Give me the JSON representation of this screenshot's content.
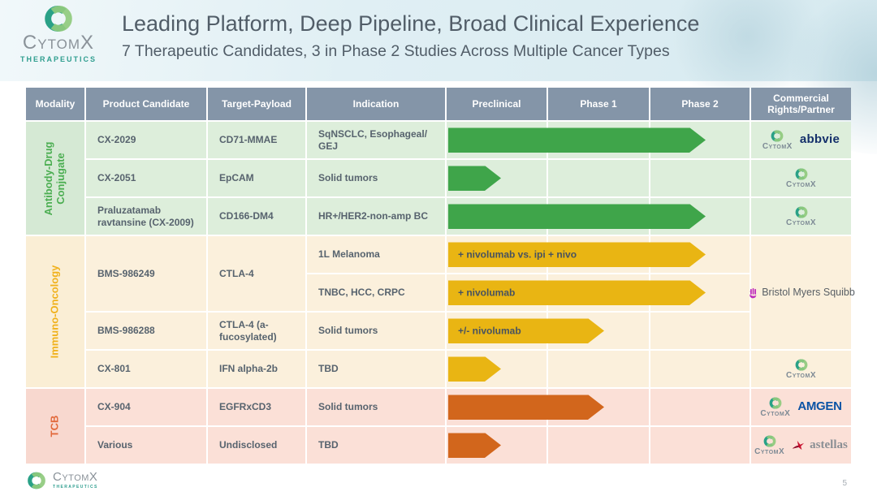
{
  "header": {
    "title": "Leading Platform, Deep Pipeline, Broad Clinical Experience",
    "subtitle": "7 Therapeutic Candidates, 3 in Phase 2 Studies Across Multiple Cancer Types"
  },
  "brand": {
    "wordmark": "CytomX",
    "sub_wordmark": "THERAPEUTICS",
    "teal": "#2aa187",
    "light_green": "#8fca7d"
  },
  "colors": {
    "table_header_bg": "#8495a8",
    "adc_row_bg": "#ddeedb",
    "io_row_bg": "#fbf0dc",
    "tcb_row_bg": "#fbe0d7",
    "adc_arrow": "#3fa54a",
    "io_arrow": "#e9b513",
    "tcb_arrow": "#d2661c"
  },
  "table": {
    "columns": [
      "Modality",
      "Product Candidate",
      "Target-Payload",
      "Indication",
      "Preclinical",
      "Phase 1",
      "Phase 2",
      "Commercial Rights/Partner"
    ],
    "groups": [
      {
        "label": "Antibody-Drug Conjugate"
      },
      {
        "label": "Immuno-Oncology"
      },
      {
        "label": "TCB"
      }
    ],
    "rows": [
      {
        "product": "CX-2029",
        "target": "CD71-MMAE",
        "indication": "SqNSCLC, Esophageal/ GEJ",
        "phase_reached": "Phase 2",
        "arrow_label": "",
        "partner": "CytomX / AbbVie"
      },
      {
        "product": "CX-2051",
        "target": "EpCAM",
        "indication": "Solid tumors",
        "phase_reached": "Preclinical",
        "arrow_label": "",
        "partner": "CytomX"
      },
      {
        "product": "Praluzatamab ravtansine (CX-2009)",
        "target": "CD166-DM4",
        "indication": "HR+/HER2-non-amp BC",
        "phase_reached": "Phase 2",
        "arrow_label": "",
        "partner": "CytomX"
      },
      {
        "product": "BMS-986249",
        "target": "CTLA-4",
        "indication": "1L Melanoma",
        "phase_reached": "Phase 2",
        "arrow_label": "+ nivolumab vs. ipi + nivo",
        "partner": "Bristol Myers Squibb"
      },
      {
        "indication": "TNBC, HCC, CRPC",
        "phase_reached": "Phase 2",
        "arrow_label": "+ nivolumab"
      },
      {
        "product": "BMS-986288",
        "target": "CTLA-4 (a-fucosylated)",
        "indication": "Solid tumors",
        "phase_reached": "Phase 1",
        "arrow_label": "+/- nivolumab"
      },
      {
        "product": "CX-801",
        "target": "IFN alpha-2b",
        "indication": "TBD",
        "phase_reached": "Preclinical",
        "arrow_label": "",
        "partner": "CytomX"
      },
      {
        "product": "CX-904",
        "target": "EGFRxCD3",
        "indication": "Solid tumors",
        "phase_reached": "Phase 1",
        "arrow_label": "",
        "partner": "CytomX / Amgen"
      },
      {
        "product": "Various",
        "target": "Undisclosed",
        "indication": "TBD",
        "phase_reached": "Preclinical",
        "arrow_label": "",
        "partner": "CytomX / Astellas"
      }
    ]
  },
  "partner_wordmarks": {
    "cytomx": "CytomX",
    "abbvie": "abbvie",
    "amgen": "AMGEN",
    "astellas": "astellas",
    "bms": "Bristol Myers Squibb"
  },
  "footer": {
    "page_number": "5"
  }
}
